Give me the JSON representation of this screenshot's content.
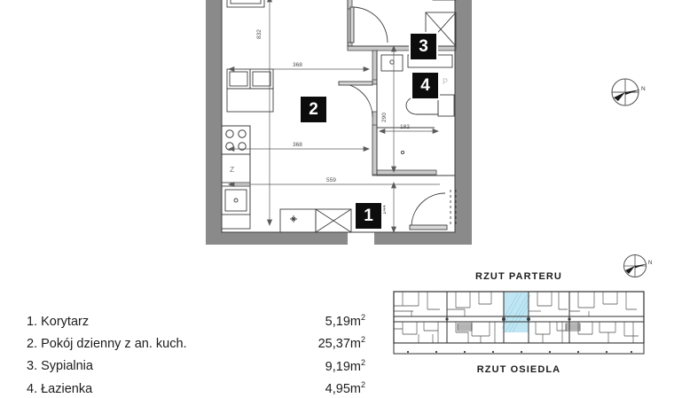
{
  "plan": {
    "badges": [
      {
        "id": "1",
        "label": "1"
      },
      {
        "id": "2",
        "label": "2"
      },
      {
        "id": "3",
        "label": "3"
      },
      {
        "id": "4",
        "label": "4"
      }
    ],
    "fixture_labels": {
      "parking": "P",
      "dishwasher": "Z"
    },
    "dimensions": {
      "left_vertical": "832",
      "upper_horizontal": "368",
      "lower_horizontal": "368",
      "bottom_horizontal": "559",
      "bath_vertical": "290",
      "bath_horizontal": "182",
      "entry_vertical": "144"
    }
  },
  "legend": {
    "rows": [
      {
        "name": "1. Korytarz",
        "area": "5,19",
        "unit": "m"
      },
      {
        "name": "2. Pokój dzienny z an. kuch.",
        "area": "25,37",
        "unit": "m"
      },
      {
        "name": "3. Sypialnia",
        "area": "9,19",
        "unit": "m"
      },
      {
        "name": "4. Łazienka",
        "area": "4,95",
        "unit": "m"
      }
    ],
    "unit_exponent": "2"
  },
  "keyplan": {
    "title": "RZUT PARTERU",
    "subtitle": "RZUT OSIEDLA",
    "highlight_color": "#a8dcee"
  },
  "compass": {
    "top_label": "N",
    "bottom_label": "N"
  }
}
